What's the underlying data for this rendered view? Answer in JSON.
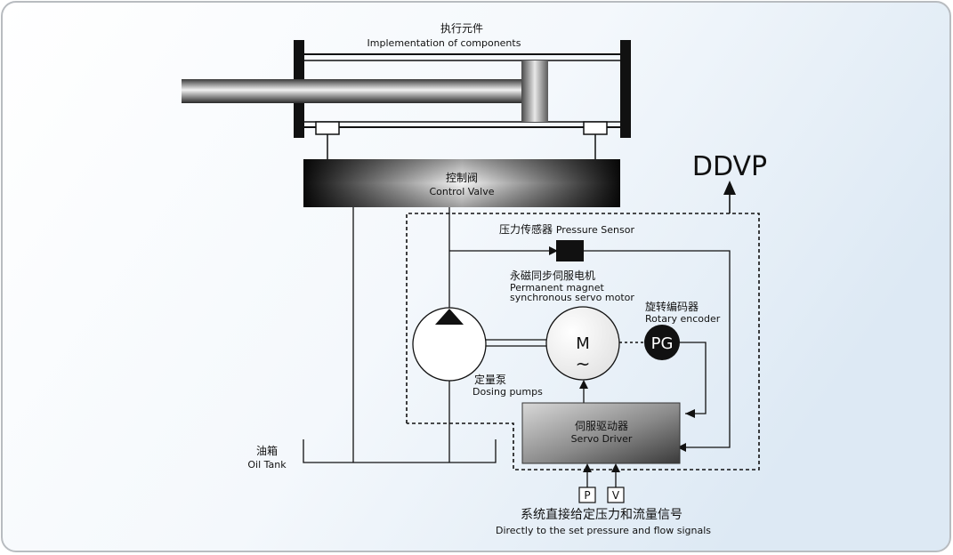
{
  "actuator": {
    "cn": "执行元件",
    "en": "Implementation of components"
  },
  "control_valve": {
    "cn": "控制阀",
    "en": "Control Valve"
  },
  "ddvp": "DDVP",
  "pressure_sensor": {
    "cn": "压力传感器",
    "en": "Pressure Sensor"
  },
  "servo_motor": {
    "cn": "永磁同步伺服电机",
    "en1": "Permanent magnet",
    "en2": "synchronous servo motor",
    "symbol_m": "M",
    "symbol_ac": "~"
  },
  "rotary_encoder": {
    "cn": "旋转编码器",
    "en": "Rotary encoder",
    "symbol": "PG"
  },
  "pump": {
    "cn": "定量泵",
    "en": "Dosing pumps"
  },
  "servo_driver": {
    "cn": "伺服驱动器",
    "en": "Servo Driver"
  },
  "oil_tank": {
    "cn": "油箱",
    "en": "Oil Tank"
  },
  "signals": {
    "p": "P",
    "v": "V",
    "cn": "系统直接给定压力和流量信号",
    "en": "Directly to the set pressure and flow signals"
  }
}
